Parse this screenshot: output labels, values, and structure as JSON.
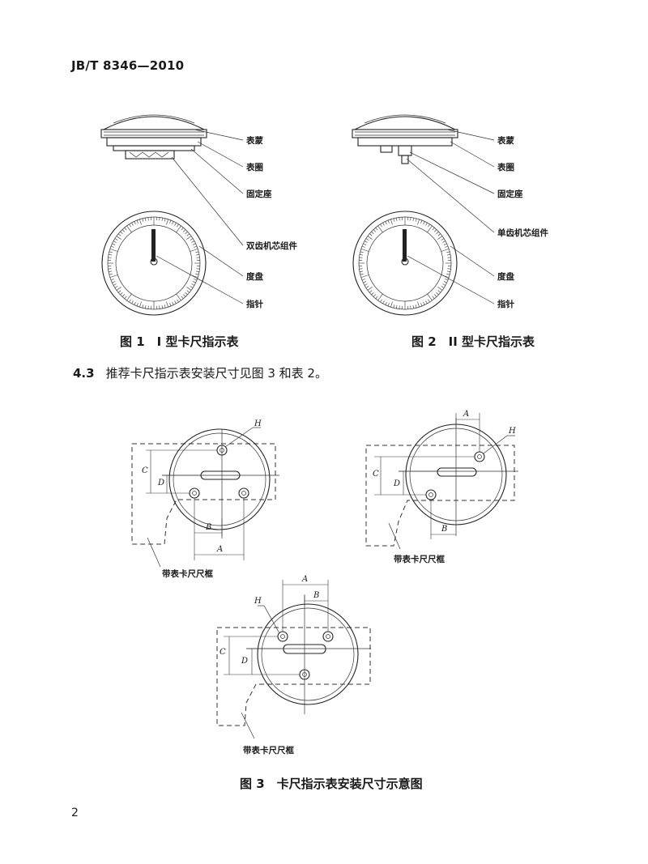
{
  "header": {
    "standard_code": "JB/T 8346—2010"
  },
  "figure1": {
    "caption": "图 1　I 型卡尺指示表",
    "labels": [
      "表蒙",
      "表圈",
      "固定座",
      "双齿机芯组件",
      "度盘",
      "指针"
    ]
  },
  "figure2": {
    "caption": "图 2　II 型卡尺指示表",
    "labels": [
      "表蒙",
      "表圈",
      "固定座",
      "单齿机芯组件",
      "度盘",
      "指针"
    ]
  },
  "clause": {
    "number": "4.3",
    "text": "推荐卡尺指示表安装尺寸见图 3 和表 2。"
  },
  "figure3": {
    "caption": "图 3　卡尺指示表安装尺寸示意图",
    "frame_label": "带表卡尺尺框",
    "dims": {
      "A": "A",
      "B": "B",
      "C": "C",
      "D": "D",
      "H": "H"
    }
  },
  "footer": {
    "page_number": "2"
  }
}
